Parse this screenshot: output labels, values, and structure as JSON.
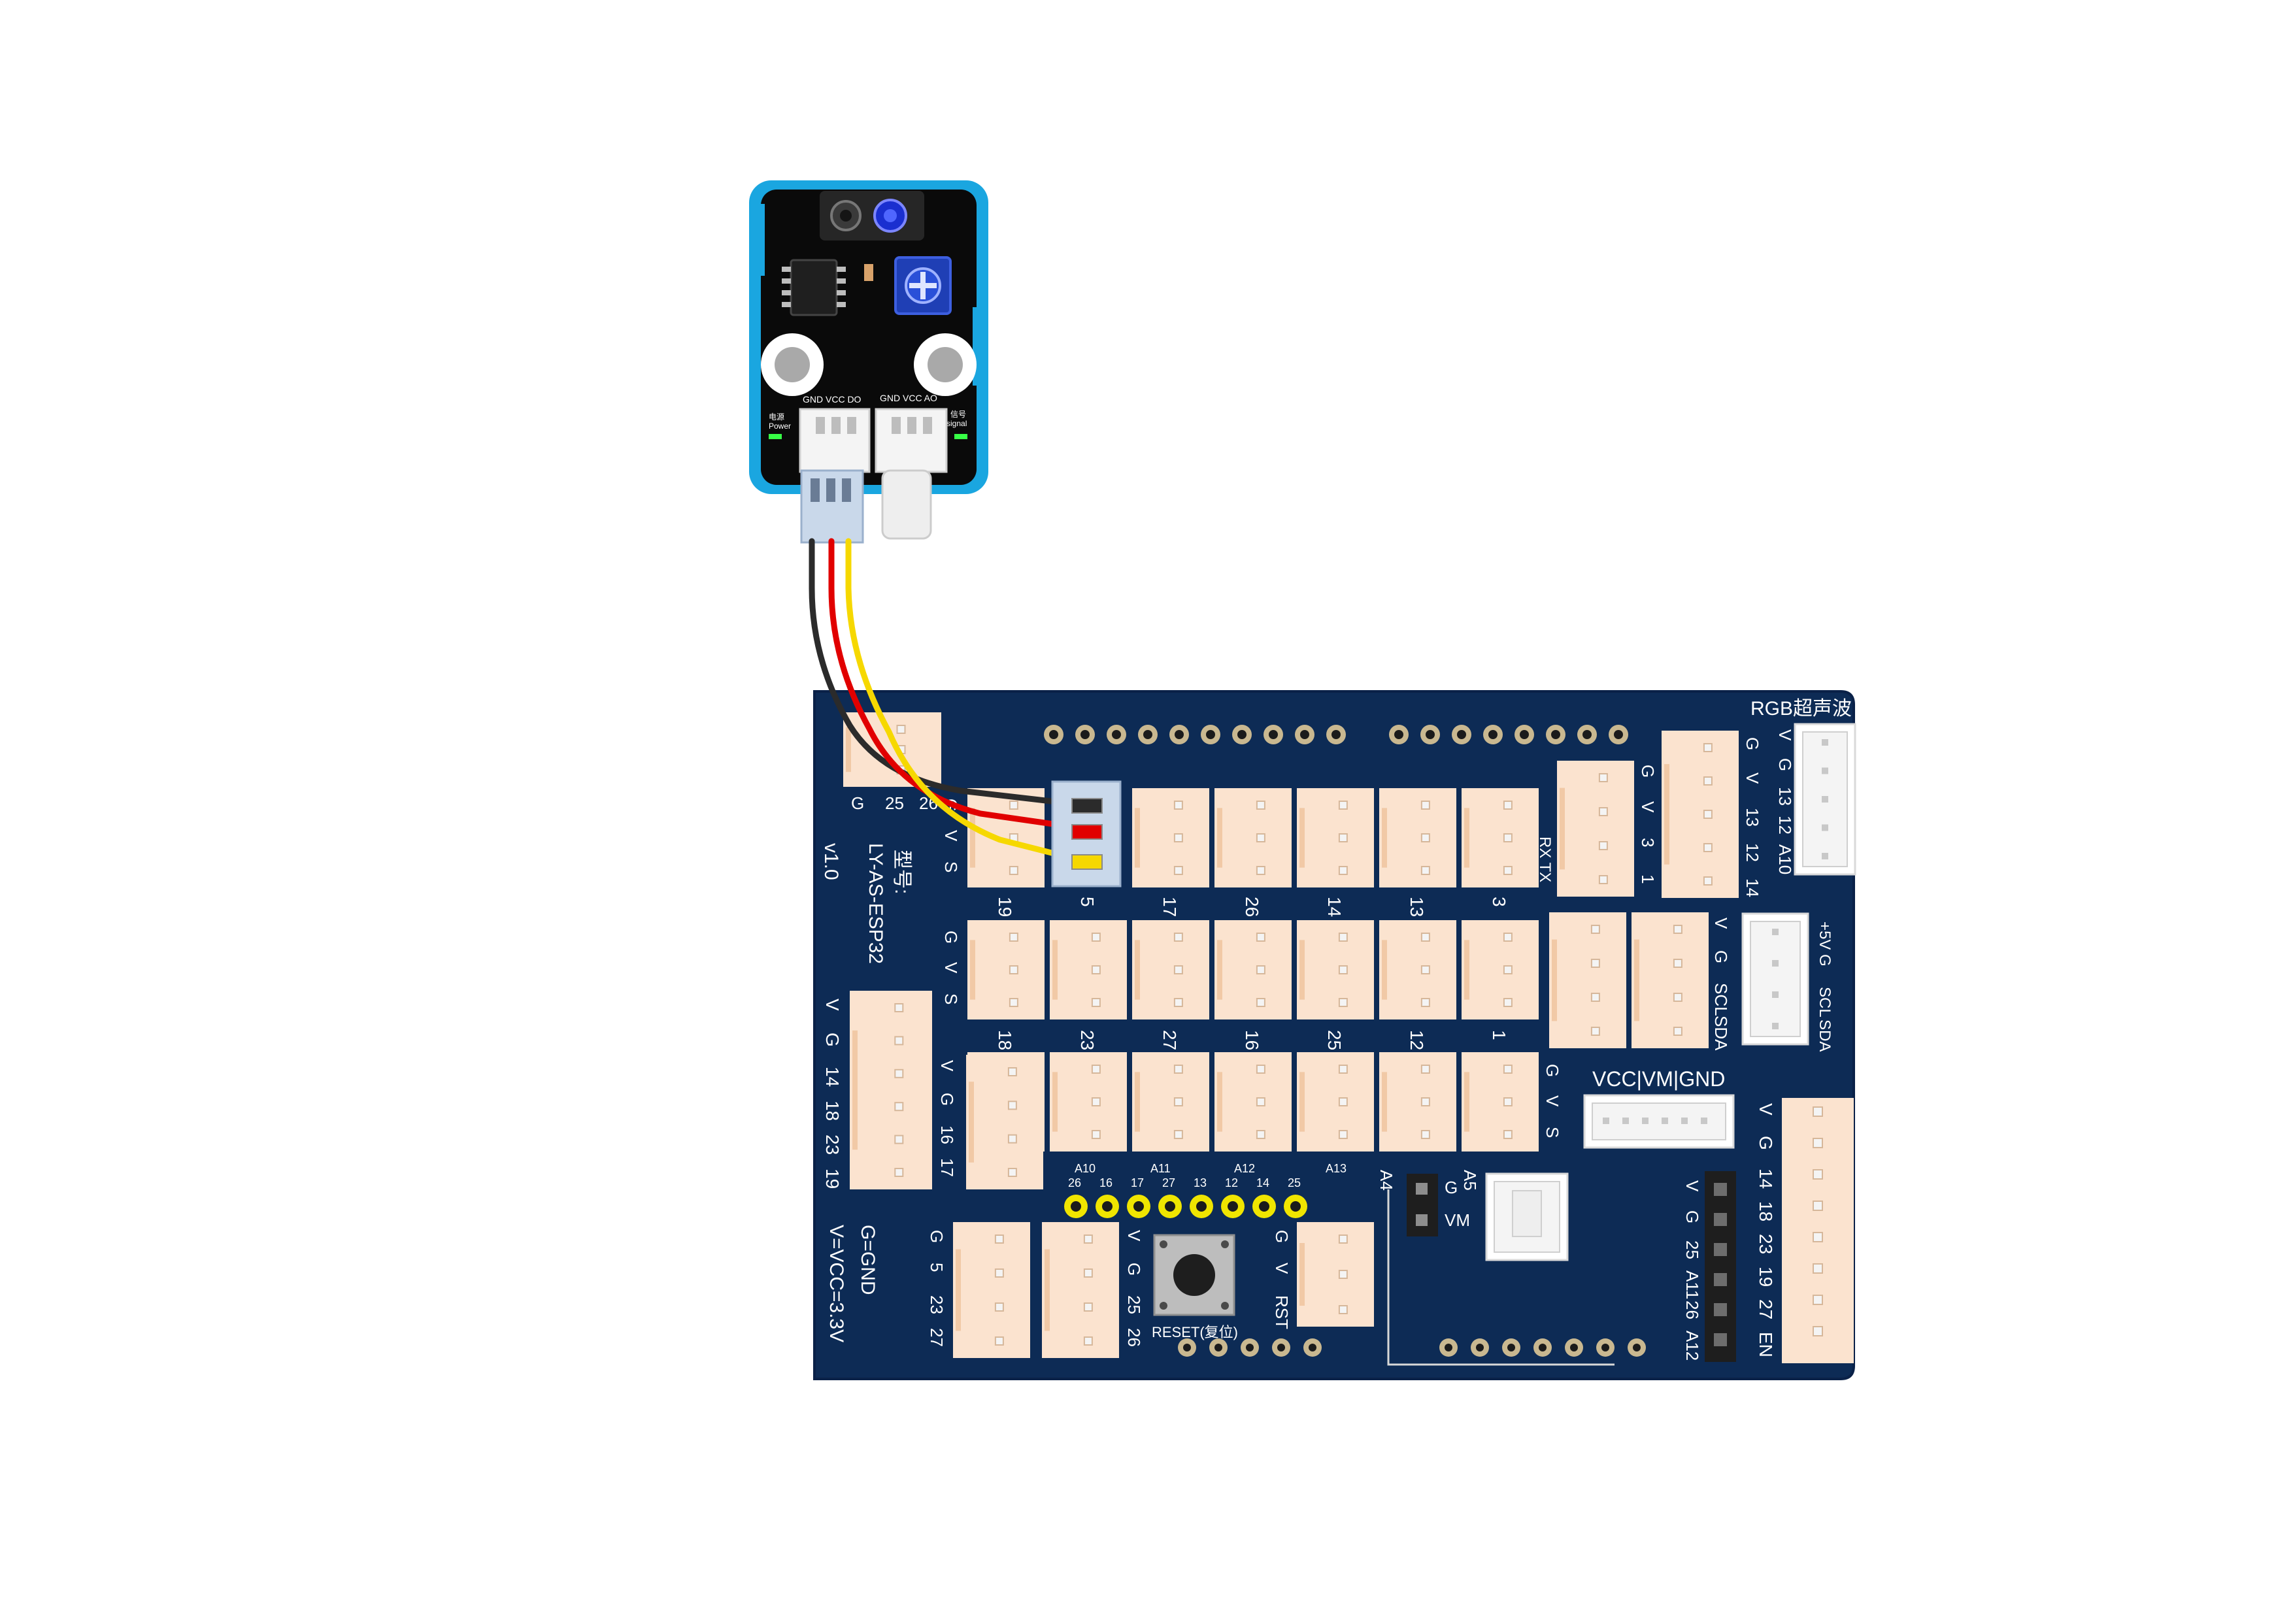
{
  "colors": {
    "board": "#0d2b55",
    "board_edge": "#0a2148",
    "connector": "#fbe3cf",
    "connector_shadow": "#f1c9a6",
    "pad": "#c9b890",
    "module_frame": "#1aa6e0",
    "module_pcb": "#0a0a0a",
    "wire_black": "#2b2b2b",
    "wire_red": "#e10000",
    "wire_yellow": "#f6d800",
    "header_yellow": "#f0e500",
    "pin_label": "#ffffff"
  },
  "sensor": {
    "label_power_cn": "电源",
    "label_power_en": "Power",
    "label_signal_cn": "信号",
    "label_signal_en": "signal",
    "left_pins": "GND VCC DO",
    "right_pins": "GND VCC AO"
  },
  "board": {
    "model_cn": "型号:",
    "model": "LY-AS-ESP32",
    "version": "v1.0",
    "legend_g": "G=GND",
    "legend_v": "V=VCC=3.3V",
    "rgb_label": "RGB超声波",
    "vcc_vm_gnd": "VCC|VM|GND",
    "reset_label": "RESET(复位)",
    "vm_label": "VM",
    "g_label": "G",
    "top_left_pins": [
      "G",
      "25",
      "26"
    ],
    "gvs": [
      "G",
      "V",
      "S"
    ],
    "row1_labels": [
      "19",
      "5",
      "17",
      "26",
      "14",
      "13",
      "3"
    ],
    "row2_labels": [
      "18",
      "23",
      "27",
      "16",
      "25",
      "12",
      "1"
    ],
    "rxtx": "RX TX",
    "right_top_a": [
      "G",
      "V",
      "3",
      "1"
    ],
    "right_top_b": [
      "G",
      "V",
      "13",
      "12",
      "14"
    ],
    "rgb_pins": [
      "V",
      "G",
      "13",
      "12",
      "A10"
    ],
    "i2c_left": [
      "V",
      "G",
      "SCL",
      "SDA"
    ],
    "i2c_right": [
      "+5V",
      "G",
      "SCL",
      "SDA"
    ],
    "left_six": [
      "V",
      "G",
      "14",
      "18",
      "23",
      "19"
    ],
    "left_four": [
      "V",
      "G",
      "16",
      "17"
    ],
    "bottom_left_four": [
      "G",
      "5",
      "23",
      "27"
    ],
    "bottom_mid_four": [
      "V",
      "G",
      "25",
      "26"
    ],
    "rst_pins": [
      "G",
      "V",
      "RST"
    ],
    "row3_gvs": [
      "G",
      "V",
      "S"
    ],
    "header_top_labels": [
      "A10",
      "A11",
      "A12",
      "A13"
    ],
    "header_pin_labels": [
      "26",
      "16",
      "17",
      "27",
      "13",
      "12",
      "14",
      "25"
    ],
    "a4": "A4",
    "a5": "A5",
    "black_header_pins": [
      "V",
      "G",
      "25",
      "A11",
      "26",
      "A12"
    ],
    "right_side_pins": [
      "V",
      "G",
      "14",
      "18",
      "23",
      "19",
      "27",
      "EN"
    ]
  }
}
